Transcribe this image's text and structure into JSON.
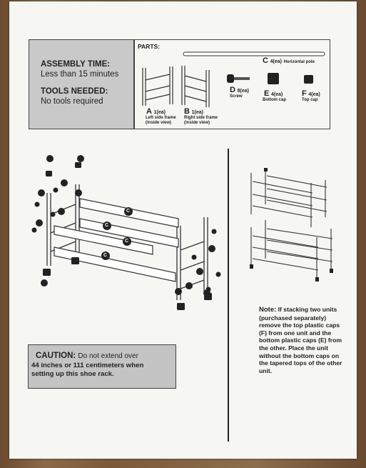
{
  "header": {
    "assembly_time_label": "ASSEMBLY TIME:",
    "assembly_time_value": "Less than 15 minutes",
    "tools_label": "TOOLS NEEDED:",
    "tools_value": "No tools required"
  },
  "parts": {
    "title": "PARTS:",
    "a_letter": "A",
    "a_qty": "1(ea)",
    "a_desc1": "Left side frame",
    "a_desc2": "(inside view)",
    "b_letter": "B",
    "b_qty": "1(ea)",
    "b_desc1": "Right side frame",
    "b_desc2": "(inside view)",
    "c_letter": "C",
    "c_qty": "4(ea)",
    "c_desc": "Horizontal pole",
    "d_letter": "D",
    "d_qty": "8(ea)",
    "d_desc": "Screw",
    "e_letter": "E",
    "e_qty": "4(ea)",
    "e_desc": "Bottom cap",
    "f_letter": "F",
    "f_qty": "4(ea)",
    "f_desc": "Top cap"
  },
  "diagram": {
    "poles": [
      "C",
      "C",
      "C",
      "C"
    ]
  },
  "caution": {
    "title": "CAUTION:",
    "line1": "Do not extend over",
    "line2": "44 inches or 111 centimeters when",
    "line3": "setting up this shoe rack."
  },
  "note": {
    "title": "Note:",
    "body": "If stacking two units (purchased separately) remove the top plastic caps (F) from one unit and the bottom plastic caps (E) from the other. Place the unit without the bottom caps on the tapered tops of the other unit."
  }
}
